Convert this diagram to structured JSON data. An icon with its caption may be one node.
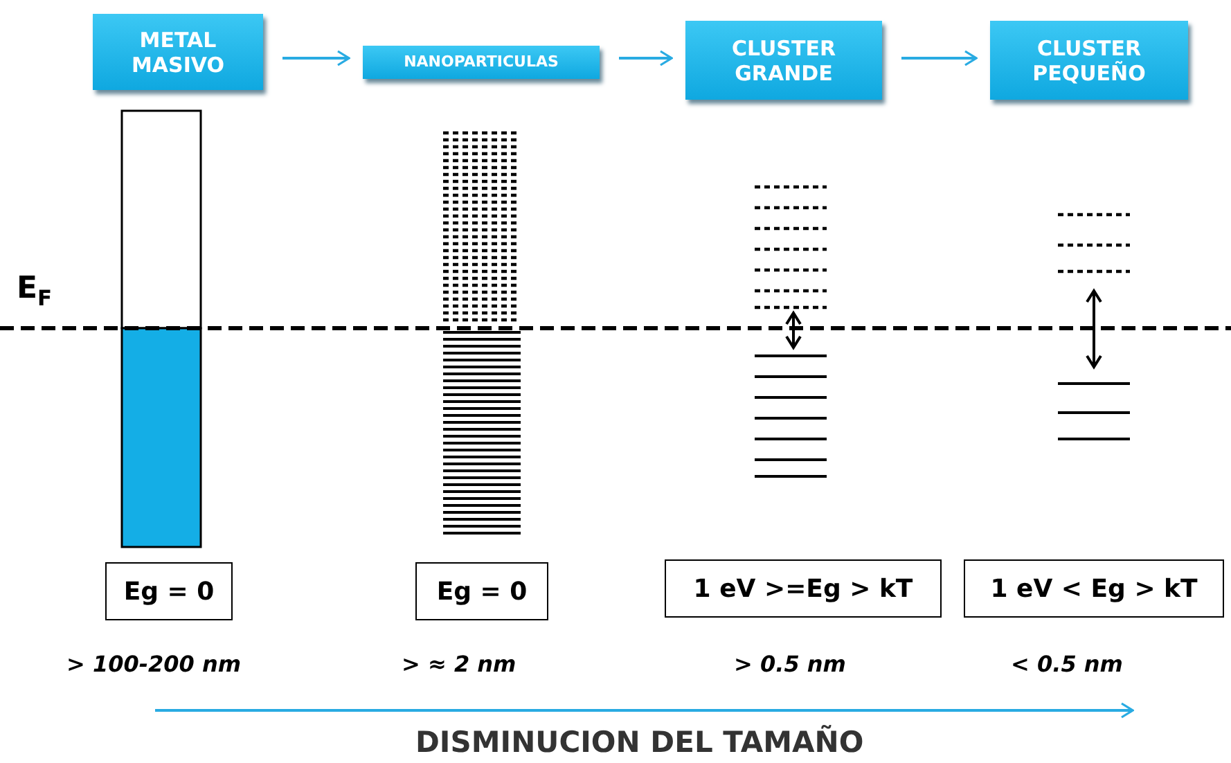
{
  "diagram": {
    "nodes": [
      {
        "text": [
          "METAL MASIVO"
        ]
      },
      {
        "text": [
          "NANOPARTICULAS"
        ]
      },
      {
        "text": [
          "CLUSTER GRANDE"
        ]
      },
      {
        "text": [
          "CLUSTER PEQUEÑO"
        ]
      },
      {
        "text": [
          "Eg = 0"
        ]
      },
      {
        "text": [
          "Eg = 0"
        ]
      },
      {
        "text": [
          "1 eV >=Eg > kT"
        ]
      },
      {
        "text": [
          "1 eV < Eg > kT"
        ]
      }
    ],
    "edges": [
      {
        "from": 0,
        "to": 1,
        "arrow": "to"
      },
      {
        "from": 1,
        "to": 2,
        "arrow": "to"
      },
      {
        "from": 2,
        "to": 3,
        "arrow": "to"
      }
    ],
    "labels": [
      "E$_{F}$",
      "> 100-200 nm",
      "> ≈ 2 nm",
      "> 0.5 nm",
      "< 0.5 nm",
      "DISMINUCION DEL TAMAÑO"
    ]
  }
}
